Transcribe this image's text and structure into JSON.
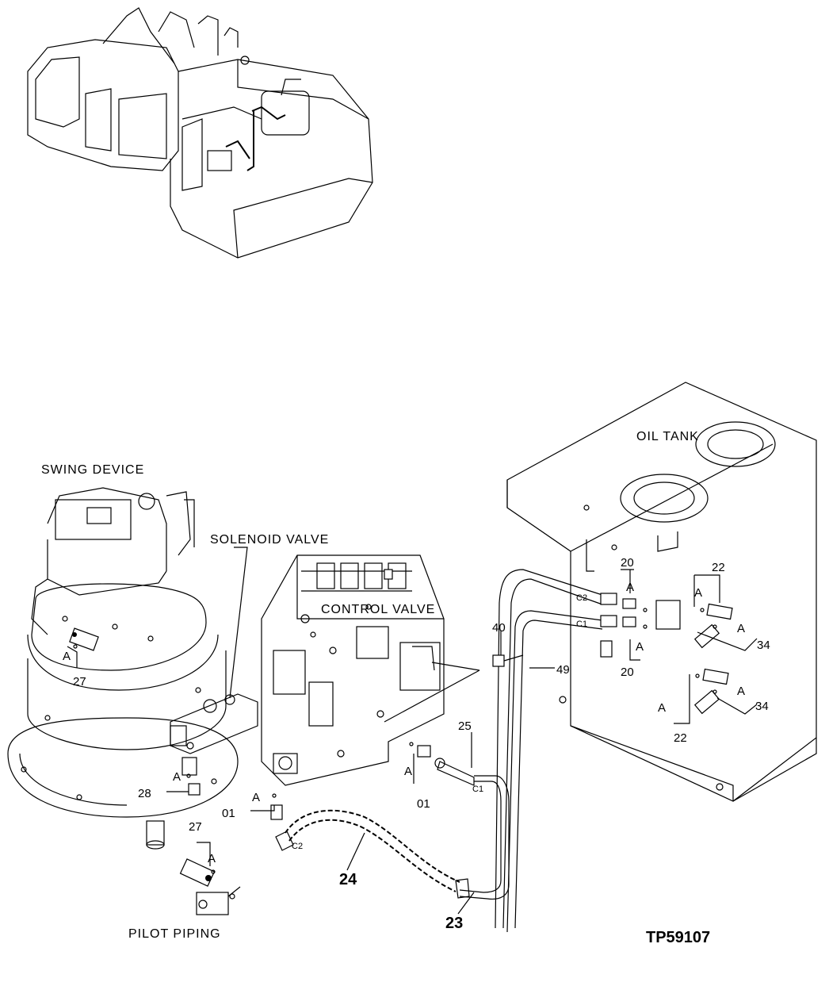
{
  "labels": {
    "swing_device": "SWING DEVICE",
    "solenoid_valve": "SOLENOID VALVE",
    "control_valve": "CONTROL VALVE",
    "oil_tank": "OIL TANK",
    "pilot_piping": "PILOT PIPING",
    "drawing_id": "TP59107"
  },
  "callouts": {
    "p20_top": "20",
    "p20_bot": "20",
    "p22_top": "22",
    "p22_bot": "22",
    "p34_top": "34",
    "p34_bot": "34",
    "p40": "40",
    "p49": "49",
    "p27_top": "27",
    "p27_bot": "27",
    "p28": "28",
    "p01_left": "01",
    "p01_right": "01",
    "p25": "25",
    "p24": "24",
    "p23": "23"
  },
  "markers": {
    "a": "A",
    "c1": "C1",
    "c2": "C2"
  }
}
